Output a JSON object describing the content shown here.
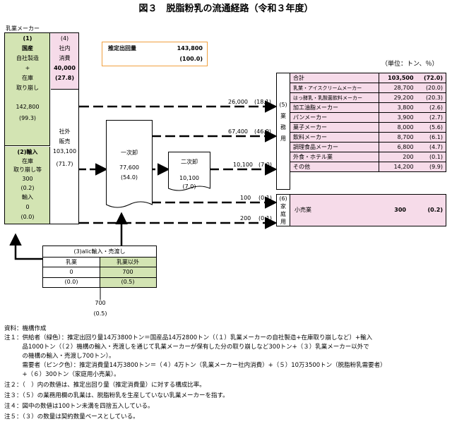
{
  "title": "図３　脱脂粉乳の流通経路（令和３年度）",
  "unit_label": "（単位：トン、％）",
  "maker": {
    "label": "乳業メーカー",
    "domestic": {
      "num": "(1)",
      "name": "国産",
      "l1": "自社製造",
      "l2": "+",
      "l3": "在庫",
      "l4": "取り崩し",
      "value": "142,800",
      "pct": "(99.3)"
    },
    "import": {
      "num": "(2)輸入",
      "l1": "在庫",
      "l2": "取り崩し等",
      "value": "300",
      "pct": "(0.2)",
      "sub": "輸入",
      "sub_value": "0",
      "sub_pct": "(0.0)"
    },
    "internal": {
      "num": "(4)",
      "l1": "社内",
      "l2": "消費",
      "value": "40,000",
      "pct": "(27.8)"
    },
    "external": {
      "l1": "社外",
      "l2": "販売",
      "value": "103,100",
      "pct": "(71.7)"
    }
  },
  "shipment": {
    "label": "推定出回量",
    "value": "143,800",
    "pct": "(100.0)"
  },
  "primary": {
    "label": "一次卸",
    "value": "77,600",
    "pct": "(54.0)"
  },
  "secondary": {
    "label": "二次卸",
    "value": "10,100",
    "pct": "(7.0)"
  },
  "flows": [
    {
      "value": "26,000",
      "pct": "(18.1)"
    },
    {
      "value": "67,400",
      "pct": "(46.9)"
    },
    {
      "value": "10,100",
      "pct": "(7.0)"
    },
    {
      "value": "100",
      "pct": "(0.1)"
    },
    {
      "value": "200",
      "pct": "(0.1)"
    }
  ],
  "business": {
    "vlabel": [
      "(5)",
      "業",
      "務",
      "用"
    ],
    "rows": [
      {
        "name": "合計",
        "value": "103,500",
        "pct": "(72.0)"
      },
      {
        "name": "乳業・アイスクリームメーカー",
        "value": "28,700",
        "pct": "(20.0)"
      },
      {
        "name": "はっ酵乳・乳酸菌飲料メーカー",
        "value": "29,200",
        "pct": "(20.3)"
      },
      {
        "name": "加工油脂メーカー",
        "value": "3,800",
        "pct": "(2.6)"
      },
      {
        "name": "パンメーカー",
        "value": "3,900",
        "pct": "(2.7)"
      },
      {
        "name": "菓子メーカー",
        "value": "8,000",
        "pct": "(5.6)"
      },
      {
        "name": "飲料メーカー",
        "value": "8,700",
        "pct": "(6.1)"
      },
      {
        "name": "調理食品メーカー",
        "value": "6,800",
        "pct": "(4.7)"
      },
      {
        "name": "外食・ホテル業",
        "value": "200",
        "pct": "(0.1)"
      },
      {
        "name": "その他",
        "value": "14,200",
        "pct": "(9.9)"
      }
    ]
  },
  "household": {
    "vlabel": [
      "(6)",
      "家",
      "庭",
      "用"
    ],
    "name": "小売業",
    "value": "300",
    "pct": "(0.2)"
  },
  "alic": {
    "title": "(3)alic輸入・売渡し",
    "col1": "乳業",
    "col2": "乳業以外",
    "v1": "0",
    "p1": "(0.0)",
    "v2": "700",
    "p2": "(0.5)"
  },
  "alic_flow": {
    "value": "700",
    "pct": "(0.5)"
  },
  "notes": [
    "資料：機構作成",
    "注１：供給者（緑色）：推定出回り量14万3800トン＝国産品14万2800トン（（１）乳業メーカーの自社製造+在庫取り崩しなど）+輸入",
    "　　　品1000トン（（２）機構の輸入・売渡しを通じて乳業メーカーが保有した分の取り崩しなど300トン+（３）乳業メーカー以外で",
    "　　　の機構の輸入・売渡し700トン）。",
    "　　　需要者（ピンク色）：推定消費量14万3800トン＝（４）4万トン（乳業メーカー社内消費）+（５）10万3500トン（脱脂粉乳需要者）",
    "　　　+（６）300トン（家庭用小売業）。",
    "注２：（　）内の数値は、推定出回り量（推定消費量）に対する構成比率。",
    "注３：（５）の業務用欄の乳業は、脱脂粉乳を生産していない乳業メーカーを指す。",
    "注４：図中の数値は100トン未満を四捨五入している。",
    "注５：（３）の数量は契約数量ベースとしている。"
  ]
}
